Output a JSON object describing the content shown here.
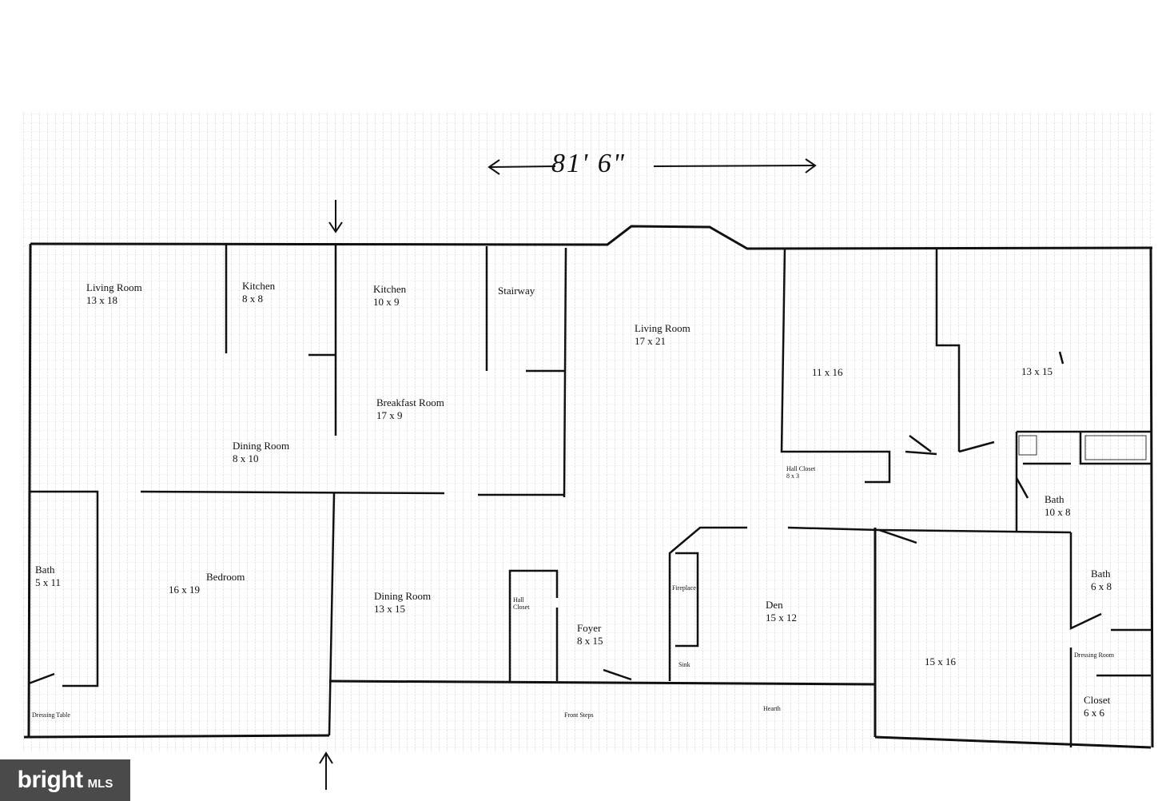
{
  "overall_width": "81' 6\"",
  "rooms": {
    "living_room_left": {
      "name": "Living Room",
      "dims": "13 x 18"
    },
    "kitchen_small": {
      "name": "Kitchen",
      "dims": "8 x 8"
    },
    "kitchen": {
      "name": "Kitchen",
      "dims": "10 x 9"
    },
    "stairway": {
      "name": "Stairway"
    },
    "living_room_main": {
      "name": "Living Room",
      "dims": "17 x 21"
    },
    "breakfast_room": {
      "name": "Breakfast Room",
      "dims": "17 x 9"
    },
    "dining_room_small": {
      "name": "Dining Room",
      "dims": "8 x 10"
    },
    "room_11x16": {
      "dims": "11 x 16"
    },
    "room_13x15": {
      "dims": "13 x 15"
    },
    "hall_closet_right": {
      "name": "Hall Closet",
      "dims": "8 x 3"
    },
    "bath_right": {
      "name": "Bath",
      "dims": "10 x 8"
    },
    "bath_left": {
      "name": "Bath",
      "dims": "5 x 11"
    },
    "bedroom": {
      "name": "Bedroom",
      "dims": "16 x 19"
    },
    "dining_room_large": {
      "name": "Dining Room",
      "dims": "13 x 15"
    },
    "hall_closet_foyer": {
      "name": "Hall Closet"
    },
    "foyer": {
      "name": "Foyer",
      "dims": "8 x 15"
    },
    "fireplace": {
      "name": "Fireplace"
    },
    "den": {
      "name": "Den",
      "dims": "15 x 12"
    },
    "bath_small": {
      "name": "Bath",
      "dims": "6 x 8"
    },
    "room_15x16": {
      "dims": "15 x 16"
    },
    "dressing_room": {
      "name": "Dressing Room"
    },
    "closet": {
      "name": "Closet",
      "dims": "6 x 6"
    },
    "dressing_table": {
      "name": "Dressing Table"
    }
  },
  "small_labels": {
    "front_steps": "Front Steps",
    "sink": "Sink",
    "hearth": "Hearth"
  },
  "watermark": {
    "brand": "bright",
    "suffix": "MLS"
  }
}
